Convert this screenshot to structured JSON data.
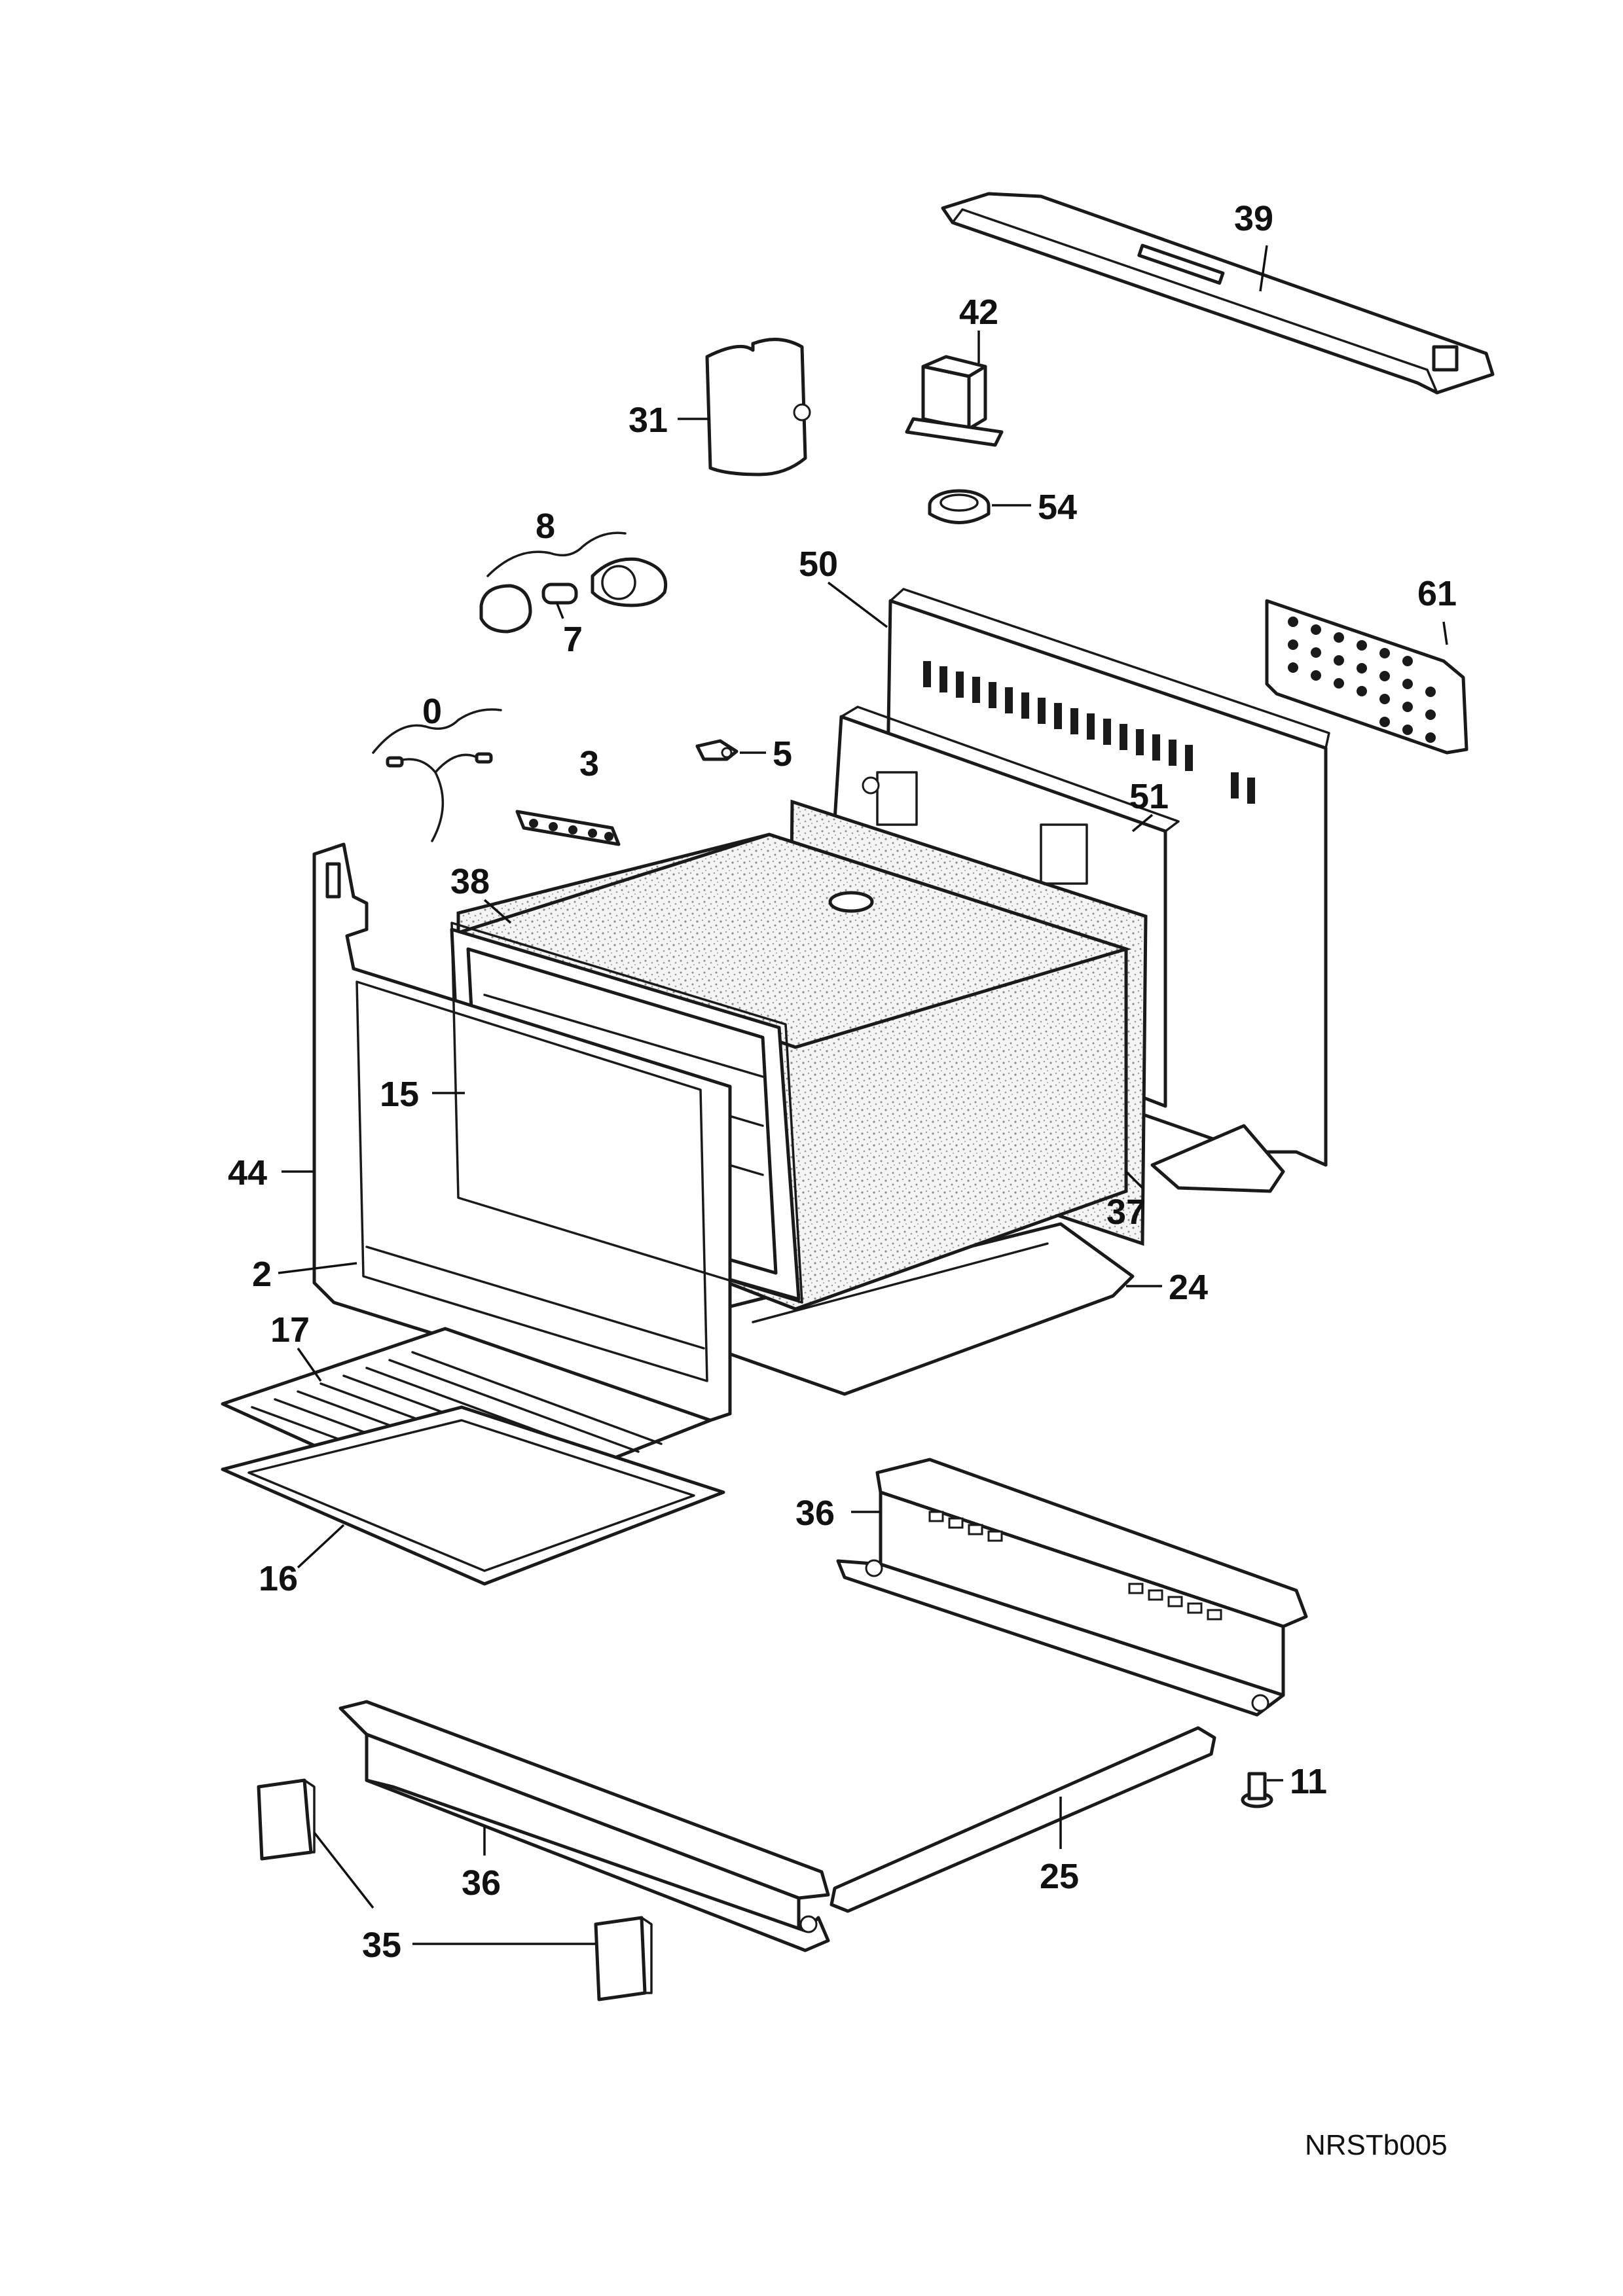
{
  "diagram": {
    "type": "exploded-parts-diagram",
    "reference_code": "NRSTb005",
    "callouts": [
      "39",
      "42",
      "31",
      "54",
      "8",
      "7",
      "50",
      "61",
      "0",
      "3",
      "5",
      "51",
      "38",
      "15",
      "44",
      "37",
      "2",
      "24",
      "17",
      "36",
      "16",
      "11",
      "25",
      "36",
      "35"
    ]
  }
}
